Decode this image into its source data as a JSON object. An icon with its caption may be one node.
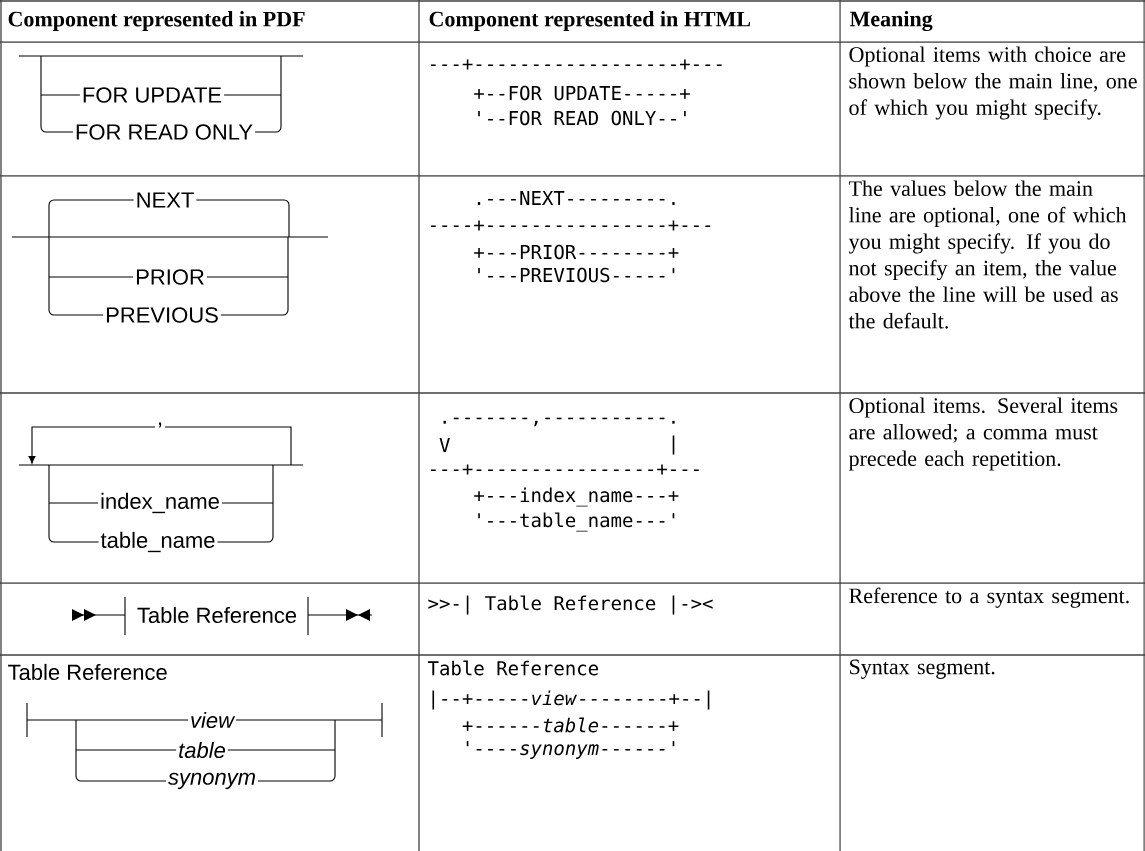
{
  "diagram": {
    "labels": [
      "Component represented in PDF",
      "Component represented in HTML",
      "Meaning",
      "FOR UPDATE",
      "FOR READ ONLY",
      "---+------------------+---",
      "+--FOR UPDATE-----+",
      "'--FOR READ ONLY--'",
      "Optional items with choice are shown below the main line, one of which you might specify.",
      "NEXT",
      "PRIOR",
      "PREVIOUS",
      ".---NEXT---------.",
      "----+----------------+---",
      "+---PRIOR--------+",
      "'---PREVIOUS-----'",
      "The values below the main line are optional, one of which you might specify. If you do not specify an item, the value above the line will be used as the default.",
      ",",
      "index_name",
      "table_name",
      ".-------,-----------.",
      "V",
      "|",
      "---+----------------+---",
      "+---index_name---+",
      "'---table_name---'",
      "Optional items. Several items are allowed; a comma must precede each repetition.",
      "Table Reference",
      ">>-| Table Reference |-><",
      "Reference to a syntax segment.",
      "Table Reference",
      "view",
      "table",
      "synonym",
      "Table Reference",
      "|--+-----*view*--------+--|",
      "+------*table*------+",
      "'----*synonym*------'",
      "Syntax segment."
    ]
  }
}
